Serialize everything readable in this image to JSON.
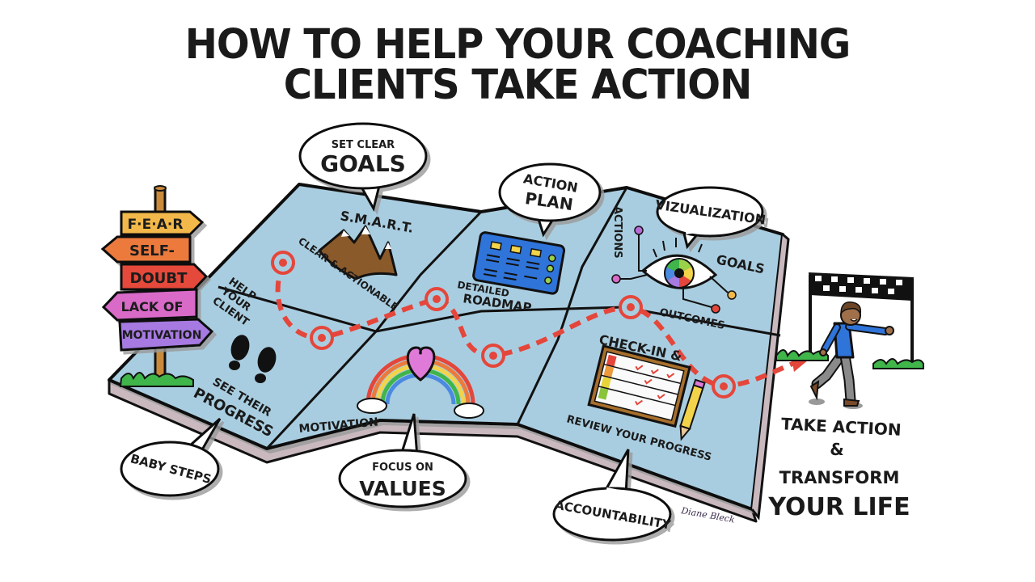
{
  "title": {
    "line1": "HOW TO HELP YOUR COACHING",
    "line2": "CLIENTS TAKE ACTION"
  },
  "signpost": {
    "signs": [
      {
        "label": "F·E·A·R",
        "color": "#f2b84a",
        "direction": "right"
      },
      {
        "label": "SELF-",
        "color": "#ec7a3c",
        "direction": "left"
      },
      {
        "label": "DOUBT",
        "color": "#e4483a",
        "direction": "right"
      },
      {
        "label": "LACK OF",
        "color": "#d96ac8",
        "direction": "left"
      },
      {
        "label": "MOTIVATION",
        "color": "#a67ae0",
        "direction": "right"
      }
    ]
  },
  "map_panels": {
    "goals": {
      "mountain_label": "S.M.A.R.T.",
      "caption": "CLEAR & ACTIONABLE"
    },
    "action_plan": {
      "caption_line1": "DETAILED",
      "caption_line2": "ROADMAP"
    },
    "visualization": {
      "actions_label": "ACTIONS",
      "goals_label": "GOALS",
      "outcomes_label": "OUTCOMES"
    },
    "progress": {
      "help_line1": "HELP",
      "help_line2": "YOUR",
      "help_line3": "CLIENT",
      "see_line1": "SEE THEIR",
      "see_line2": "PROGRESS"
    },
    "motivation": {
      "caption": "MOTIVATION"
    },
    "checkin": {
      "title": "CHECK-IN &",
      "caption": "REVIEW YOUR PROGRESS"
    }
  },
  "bubbles": {
    "set_goals": {
      "small": "SET CLEAR",
      "big": "GOALS"
    },
    "action_plan": {
      "line1": "ACTION",
      "line2": "PLAN"
    },
    "visualization": {
      "label": "VIZUALIZATION"
    },
    "baby_steps": {
      "label": "BABY STEPS"
    },
    "values": {
      "small": "FOCUS ON",
      "big": "VALUES"
    },
    "accountability": {
      "label": "ACCOUNTABILITY"
    }
  },
  "finish": {
    "line1": "TAKE ACTION",
    "line2": "&",
    "line3": "TRANSFORM",
    "line4": "YOUR LIFE"
  },
  "signature": "Diane Bleck",
  "colors": {
    "map_blue": "#a9cde0",
    "map_edge": "#c9b9bf",
    "path_red": "#e5463b",
    "grass": "#3fb54a",
    "outline": "#111111"
  }
}
